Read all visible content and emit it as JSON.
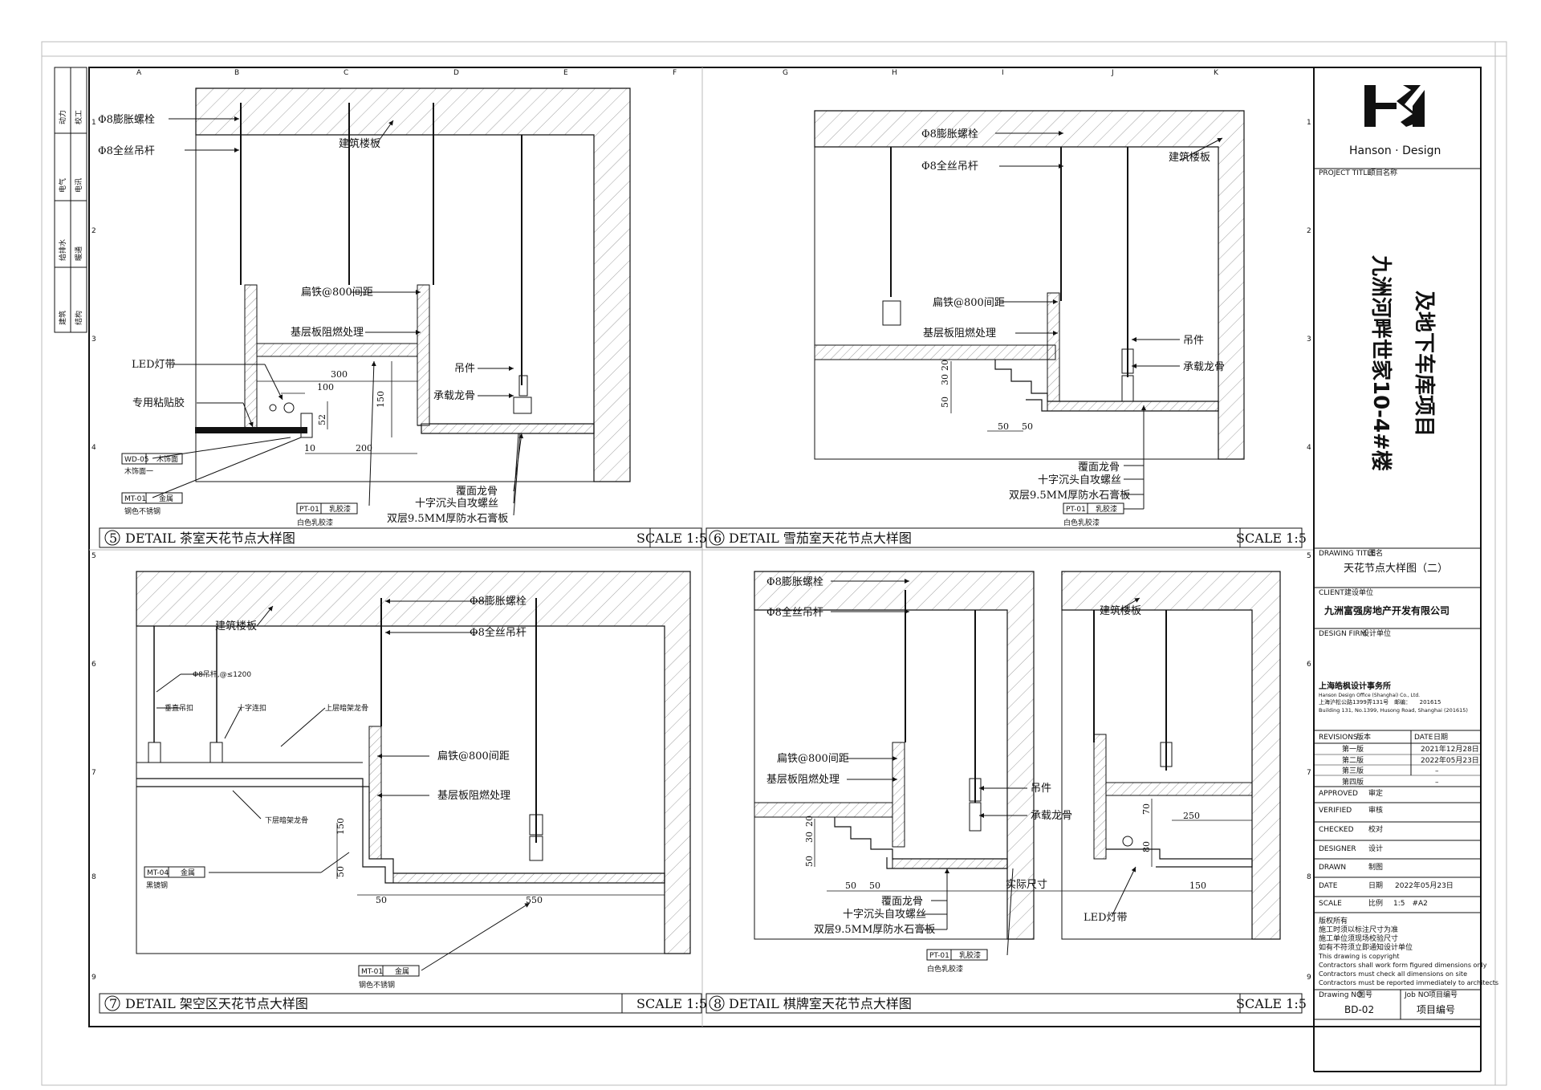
{
  "side_strip": {
    "cells": [
      "动力",
      "校工",
      "电气",
      "电讯",
      "给排水",
      "暖通",
      "建筑",
      "结构"
    ]
  },
  "grid": {
    "cols_left": [
      "A",
      "B",
      "C",
      "D",
      "E",
      "F"
    ],
    "cols_right": [
      "G",
      "H",
      "I",
      "J",
      "K"
    ],
    "rows": [
      "1",
      "2",
      "3",
      "4",
      "5",
      "6",
      "7",
      "8",
      "9"
    ]
  },
  "titleblock": {
    "logo_text": "Hanson · Design",
    "project_title_label": "PROJECT TITLE",
    "project_title_cn": "项目名称",
    "project_line1": "九洲河畔世家10-4#楼",
    "project_line2": "及地下车库项目",
    "drawing_title_label": "DRAWING TITLE",
    "drawing_title_cn": "图名",
    "drawing_title": "天花节点大样图（二）",
    "client_label": "CLIENT",
    "client_cn": "建设单位",
    "client": "九洲富强房地产开发有限公司",
    "design_firm_label": "DESIGN FIRM",
    "design_firm_cn": "设计单位",
    "firm_name": "上海皓枫设计事务所",
    "firm_en": "Hanson Design Office (Shanghai) Co., Ltd.",
    "firm_addr_cn": "上海沪松公路1399弄131号　邮编：　　201615",
    "firm_addr_en": "Building 131, No.1399, Husong Road,  Shanghai (201615)",
    "revisions_label": "REVISIONS",
    "revisions_cn": "版本",
    "date_label": "DATE",
    "date_cn": "日期",
    "revisions": [
      {
        "name": "第一版",
        "date": "2021年12月28日"
      },
      {
        "name": "第二版",
        "date": "2022年05月23日"
      },
      {
        "name": "第三版",
        "date": "–"
      },
      {
        "name": "第四版",
        "date": "–"
      }
    ],
    "approved_label": "APPROVED",
    "approved_cn": "审定",
    "verified_label": "VERIFIED",
    "verified_cn": "审核",
    "checked_label": "CHECKED",
    "checked_cn": "校对",
    "designer_label": "DESIGNER",
    "designer_cn": "设计",
    "drawn_label": "DRAWN",
    "drawn_cn": "制图",
    "date2_label": "DATE",
    "date2_cn": "日期",
    "date2": "2022年05月23日",
    "scale_label": "SCALE",
    "scale_cn": "比例",
    "scale": "1:5　#A2",
    "notes": [
      "版权所有",
      "施工时须以标注尺寸为准",
      "施工单位须现场校验尺寸",
      "如有不符须立即通知设计单位",
      "This drawing is copyright",
      "Contractors shall work form figured dimensions only",
      "Contractors must check all dimensions on site",
      "Contractors must be reported immediately to architects"
    ],
    "drawing_no_label": "Drawing NO",
    "drawing_no_cn": "图号",
    "job_no_label": "Job NO",
    "job_no_cn": "项目编号",
    "drawing_no": "BD-02",
    "job_no": "项目编号"
  },
  "details": {
    "d5": {
      "num": "5",
      "title": "DETAIL 茶室天花节点大样图",
      "scale": "SCALE 1:5",
      "labels": {
        "bolt": "Φ8膨胀螺栓",
        "rod": "Φ8全丝吊杆",
        "slab": "建筑楼板",
        "flat_iron": "扁铁@800间距",
        "fireproof": "基层板阻燃处理",
        "led": "LED灯带",
        "glue": "专用粘贴胶",
        "hanger": "吊件",
        "keel": "承载龙骨",
        "cover_keel": "覆面龙骨",
        "screw": "十字沉头自攻螺丝",
        "gypsum": "双层9.5MM厚防水石膏板",
        "wd_code": "WD-05",
        "wd_name": "木饰面",
        "wd_sub": "木饰面一",
        "mt_code": "MT-01",
        "mt_name": "金属",
        "mt_sub": "钢色不锈钢",
        "pt_code": "PT-01",
        "pt_name": "乳胶漆",
        "pt_sub": "白色乳胶漆"
      },
      "dims": [
        "300",
        "100",
        "150",
        "52",
        "10",
        "200"
      ]
    },
    "d6": {
      "num": "6",
      "title": "DETAIL 雪茄室天花节点大样图",
      "scale": "SCALE 1:5",
      "labels": {
        "bolt": "Φ8膨胀螺栓",
        "rod": "Φ8全丝吊杆",
        "slab": "建筑楼板",
        "flat_iron": "扁铁@800间距",
        "fireproof": "基层板阻燃处理",
        "hanger": "吊件",
        "keel": "承载龙骨",
        "cover_keel": "覆面龙骨",
        "screw": "十字沉头自攻螺丝",
        "gypsum": "双层9.5MM厚防水石膏板",
        "pt_code": "PT-01",
        "pt_name": "乳胶漆",
        "pt_sub": "白色乳胶漆"
      },
      "dims": [
        "50",
        "30",
        "20",
        "50",
        "50"
      ]
    },
    "d7": {
      "num": "7",
      "title": "DETAIL 架空区天花节点大样图",
      "scale": "SCALE 1:5",
      "labels": {
        "bolt": "Φ8膨胀螺栓",
        "rod": "Φ8全丝吊杆",
        "slab": "建筑楼板",
        "flat_iron": "扁铁@800间距",
        "fireproof": "基层板阻燃处理",
        "rod_small": "Φ8吊杆,@≤1200",
        "vertical_hanger": "垂直吊扣",
        "cross": "十字连扣",
        "upper_keel": "上层暗架龙骨",
        "lower_keel": "下层暗架龙骨",
        "mt4_code": "MT-04",
        "mt4_name": "金属",
        "mt4_sub": "黑镜钢",
        "mt_code": "MT-01",
        "mt_name": "金属",
        "mt_sub": "钢色不锈钢"
      },
      "dims": [
        "150",
        "50",
        "50",
        "550"
      ]
    },
    "d8": {
      "num": "8",
      "title": "DETAIL 棋牌室天花节点大样图",
      "scale": "SCALE 1:5",
      "labels": {
        "bolt": "Φ8膨胀螺栓",
        "rod": "Φ8全丝吊杆",
        "slab": "建筑楼板",
        "flat_iron": "扁铁@800间距",
        "fireproof": "基层板阻燃处理",
        "hanger": "吊件",
        "keel": "承载龙骨",
        "actual": "实际尺寸",
        "cover_keel": "覆面龙骨",
        "screw": "十字沉头自攻螺丝",
        "gypsum": "双层9.5MM厚防水石膏板",
        "led": "LED灯带",
        "pt_code": "PT-01",
        "pt_name": "乳胶漆",
        "pt_sub": "白色乳胶漆"
      },
      "dims": [
        "50",
        "30",
        "20",
        "50",
        "50",
        "250",
        "70",
        "80",
        "150"
      ]
    }
  }
}
